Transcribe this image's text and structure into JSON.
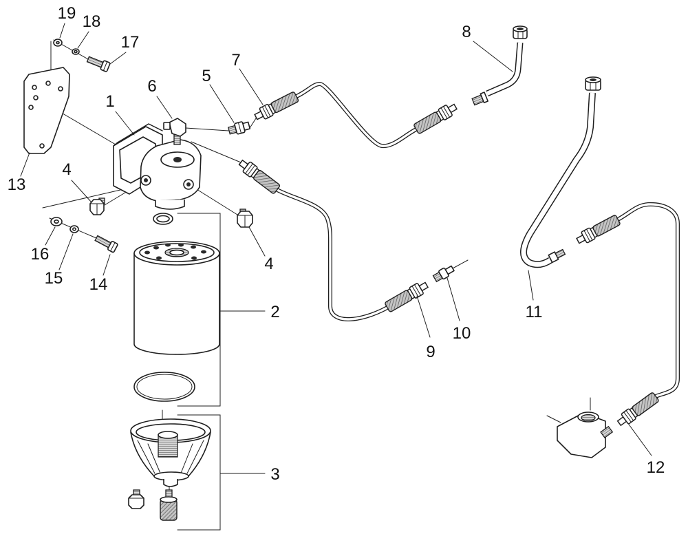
{
  "diagram": {
    "callouts": {
      "part_1": "1",
      "part_2": "2",
      "part_3": "3",
      "part_4_left": "4",
      "part_4_right": "4",
      "part_5": "5",
      "part_6": "6",
      "part_7": "7",
      "part_8": "8",
      "part_9": "9",
      "part_10": "10",
      "part_11": "11",
      "part_12": "12",
      "part_13": "13",
      "part_14": "14",
      "part_15": "15",
      "part_16": "16",
      "part_17": "17",
      "part_18": "18",
      "part_19": "19"
    }
  },
  "colors": {
    "line": "#1e1e1e",
    "background": "#ffffff",
    "braid_fill": "#c4c4c4"
  }
}
